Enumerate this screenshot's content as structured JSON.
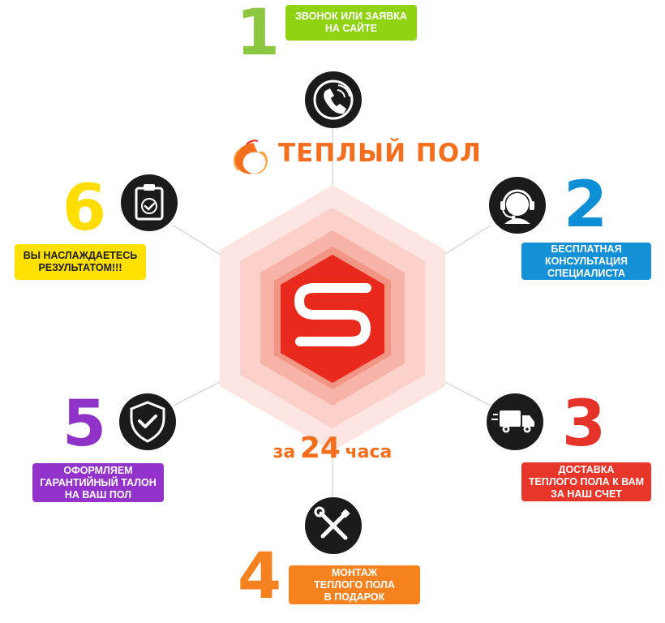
{
  "brand": {
    "name": "ТЕПЛЫЙ ПОЛ"
  },
  "center": {
    "prefix": "за",
    "number": "24",
    "suffix": "часа"
  },
  "steps": [
    {
      "number": "1",
      "label": "ЗВОНОК ИЛИ ЗАЯВКА\nНА САЙТЕ",
      "color": "#8dc63f",
      "label_color": "#8fd313",
      "icon": "phone-call-icon"
    },
    {
      "number": "2",
      "label": "БЕСПЛАТНАЯ\nКОНСУЛЬТАЦИЯ\nСПЕЦИАЛИСТА",
      "color": "#0d8fd6",
      "label_color": "#1491d6",
      "icon": "headset-operator-icon"
    },
    {
      "number": "3",
      "label": "ДОСТАВКА\nТЕПЛОГО ПОЛА К ВАМ\nЗА НАШ СЧЕТ",
      "color": "#e5332a",
      "label_color": "#e8362b",
      "icon": "delivery-truck-icon"
    },
    {
      "number": "4",
      "label": "МОНТАЖ\nТЕПЛОГО ПОЛА\nВ ПОДАРОК",
      "color": "#f58220",
      "label_color": "#f5811f",
      "icon": "wrench-screwdriver-icon"
    },
    {
      "number": "5",
      "label": "ОФОРМЛЯЕМ\nГАРАНТИЙНЫЙ ТАЛОН\nНА ВАШ ПОЛ",
      "color": "#8e32c8",
      "label_color": "#9433cc",
      "icon": "shield-check-icon"
    },
    {
      "number": "6",
      "label": "ВЫ НАСЛАЖДАЕТЕСЬ\nРЕЗУЛЬТАТОМ!!!",
      "color": "#ffdd00",
      "label_color": "#ffe100",
      "label_text_color": "#1a1a1a",
      "icon": "clipboard-check-icon"
    }
  ],
  "colors": {
    "hex_red": "#e8291c",
    "hex_glow": "#f7b3a8",
    "icon_bg": "#1b1b1b",
    "accent_orange": "#f36f1e"
  }
}
